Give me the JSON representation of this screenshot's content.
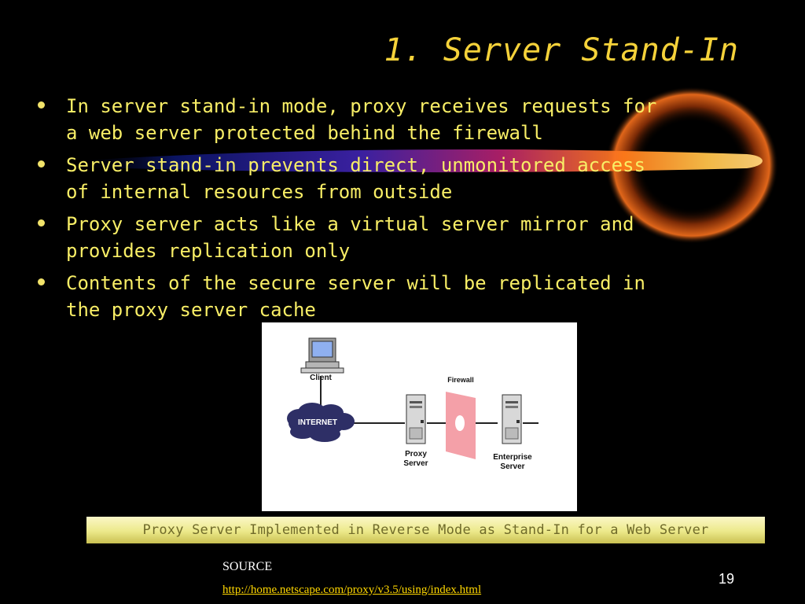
{
  "slide": {
    "title": "1. Server Stand-In",
    "bullets": [
      "In server stand-in mode, proxy receives requests for\na web server protected behind the firewall",
      "Server stand-in prevents direct, unmonitored access\nof internal resources from outside",
      "Proxy server acts like a virtual server mirror and\nprovides replication only",
      "Contents of the secure server will be replicated in\nthe proxy server cache"
    ],
    "diagram": {
      "client_label": "Client",
      "internet_label": "INTERNET",
      "firewall_label": "Firewall",
      "proxy_label_line1": "Proxy",
      "proxy_label_line2": "Server",
      "enterprise_label_line1": "Enterprise",
      "enterprise_label_line2": "Server"
    },
    "caption": "Proxy Server Implemented in Reverse Mode as Stand-In for a Web Server",
    "source_label": "SOURCE",
    "source_url": "http://home.netscape.com/proxy/v3.5/using/index.html",
    "page_number": "19"
  },
  "colors": {
    "background": "#000000",
    "title": "#f5d23a",
    "bullet_text": "#f8ee66",
    "caption_text": "#6f6a2a",
    "link": "#ffd700",
    "firewall": "#f4a0a8",
    "internet_cloud": "#2e2f66"
  }
}
